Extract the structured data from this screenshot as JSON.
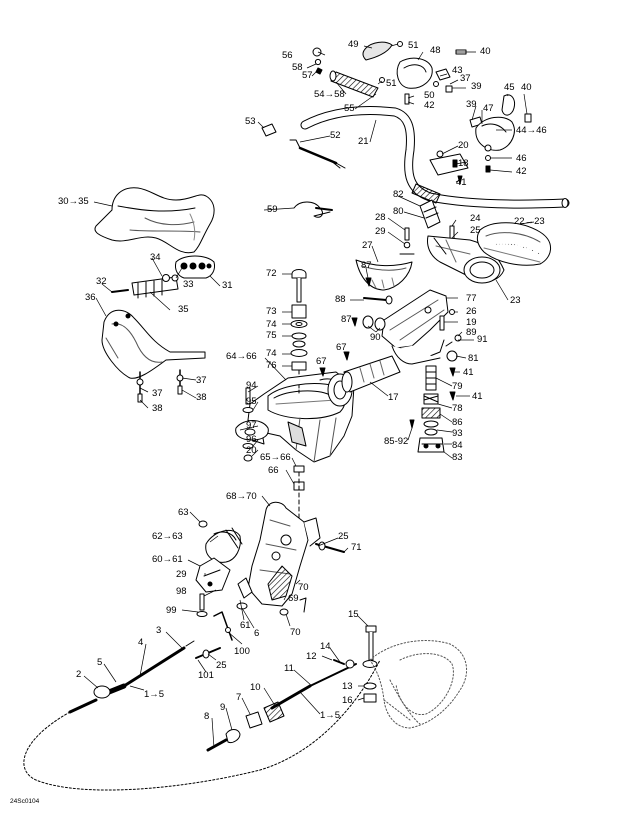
{
  "diagram": {
    "reference_code": "24Sc0104",
    "callouts": [
      {
        "id": "51",
        "text": "51"
      },
      {
        "id": "49",
        "text": "49"
      },
      {
        "id": "48",
        "text": "48"
      },
      {
        "id": "40a",
        "text": "40"
      },
      {
        "id": "56",
        "text": "56"
      },
      {
        "id": "58",
        "text": "58"
      },
      {
        "id": "57",
        "text": "57"
      },
      {
        "id": "43",
        "text": "43"
      },
      {
        "id": "37a",
        "text": "37"
      },
      {
        "id": "39a",
        "text": "39"
      },
      {
        "id": "51b",
        "text": "51"
      },
      {
        "id": "50",
        "text": "50"
      },
      {
        "id": "42a",
        "text": "42"
      },
      {
        "id": "54-58",
        "text": "54→58"
      },
      {
        "id": "55",
        "text": "55"
      },
      {
        "id": "45",
        "text": "45"
      },
      {
        "id": "40b",
        "text": "40"
      },
      {
        "id": "39b",
        "text": "39"
      },
      {
        "id": "47",
        "text": "47"
      },
      {
        "id": "44-46",
        "text": "44→46"
      },
      {
        "id": "53",
        "text": "53"
      },
      {
        "id": "52",
        "text": "52"
      },
      {
        "id": "21",
        "text": "21"
      },
      {
        "id": "20a",
        "text": "20"
      },
      {
        "id": "46",
        "text": "46"
      },
      {
        "id": "18",
        "text": "18"
      },
      {
        "id": "42b",
        "text": "42"
      },
      {
        "id": "41a",
        "text": "41"
      },
      {
        "id": "30-35",
        "text": "30→35"
      },
      {
        "id": "82",
        "text": "82"
      },
      {
        "id": "59",
        "text": "59"
      },
      {
        "id": "80",
        "text": "80"
      },
      {
        "id": "28",
        "text": "28"
      },
      {
        "id": "24",
        "text": "24"
      },
      {
        "id": "22-23",
        "text": "22→23"
      },
      {
        "id": "29a",
        "text": "29"
      },
      {
        "id": "25a",
        "text": "25"
      },
      {
        "id": "27",
        "text": "27"
      },
      {
        "id": "34",
        "text": "34"
      },
      {
        "id": "33",
        "text": "33"
      },
      {
        "id": "31",
        "text": "31"
      },
      {
        "id": "87a",
        "text": "87"
      },
      {
        "id": "72",
        "text": "72"
      },
      {
        "id": "32",
        "text": "32"
      },
      {
        "id": "23",
        "text": "23"
      },
      {
        "id": "77",
        "text": "77"
      },
      {
        "id": "88",
        "text": "88"
      },
      {
        "id": "35",
        "text": "35"
      },
      {
        "id": "36",
        "text": "36"
      },
      {
        "id": "26",
        "text": "26"
      },
      {
        "id": "73",
        "text": "73"
      },
      {
        "id": "19",
        "text": "19"
      },
      {
        "id": "87b",
        "text": "87"
      },
      {
        "id": "74a",
        "text": "74"
      },
      {
        "id": "89",
        "text": "89"
      },
      {
        "id": "75",
        "text": "75"
      },
      {
        "id": "90",
        "text": "90"
      },
      {
        "id": "91",
        "text": "91"
      },
      {
        "id": "67a",
        "text": "67"
      },
      {
        "id": "74b",
        "text": "74"
      },
      {
        "id": "64-66",
        "text": "64→66"
      },
      {
        "id": "81",
        "text": "81"
      },
      {
        "id": "67b",
        "text": "67"
      },
      {
        "id": "76",
        "text": "76"
      },
      {
        "id": "41b",
        "text": "41"
      },
      {
        "id": "37b",
        "text": "37"
      },
      {
        "id": "79",
        "text": "79"
      },
      {
        "id": "94",
        "text": "94"
      },
      {
        "id": "37c",
        "text": "37"
      },
      {
        "id": "38a",
        "text": "38"
      },
      {
        "id": "17",
        "text": "17"
      },
      {
        "id": "41c",
        "text": "41"
      },
      {
        "id": "38b",
        "text": "38"
      },
      {
        "id": "95",
        "text": "95"
      },
      {
        "id": "78",
        "text": "78"
      },
      {
        "id": "86",
        "text": "86"
      },
      {
        "id": "97",
        "text": "97"
      },
      {
        "id": "93",
        "text": "93"
      },
      {
        "id": "96",
        "text": "96"
      },
      {
        "id": "84",
        "text": "84"
      },
      {
        "id": "85-92",
        "text": "85-92"
      },
      {
        "id": "20b",
        "text": "20"
      },
      {
        "id": "65-66",
        "text": "65→66"
      },
      {
        "id": "83",
        "text": "83"
      },
      {
        "id": "66",
        "text": "66"
      },
      {
        "id": "68-70",
        "text": "68→70"
      },
      {
        "id": "63",
        "text": "63"
      },
      {
        "id": "25b",
        "text": "25"
      },
      {
        "id": "62-63",
        "text": "62→63"
      },
      {
        "id": "71",
        "text": "71"
      },
      {
        "id": "60-61",
        "text": "60→61"
      },
      {
        "id": "29b",
        "text": "29"
      },
      {
        "id": "98",
        "text": "98"
      },
      {
        "id": "70a",
        "text": "70"
      },
      {
        "id": "69",
        "text": "69"
      },
      {
        "id": "99",
        "text": "99"
      },
      {
        "id": "61",
        "text": "61"
      },
      {
        "id": "6",
        "text": "6"
      },
      {
        "id": "70b",
        "text": "70"
      },
      {
        "id": "15",
        "text": "15"
      },
      {
        "id": "3",
        "text": "3"
      },
      {
        "id": "100",
        "text": "100"
      },
      {
        "id": "4",
        "text": "4"
      },
      {
        "id": "14",
        "text": "14"
      },
      {
        "id": "12",
        "text": "12"
      },
      {
        "id": "25c",
        "text": "25"
      },
      {
        "id": "5a",
        "text": "5"
      },
      {
        "id": "101",
        "text": "101"
      },
      {
        "id": "11",
        "text": "11"
      },
      {
        "id": "2",
        "text": "2"
      },
      {
        "id": "13",
        "text": "13"
      },
      {
        "id": "1-5a",
        "text": "1→5"
      },
      {
        "id": "10",
        "text": "10"
      },
      {
        "id": "16",
        "text": "16"
      },
      {
        "id": "7",
        "text": "7"
      },
      {
        "id": "9",
        "text": "9"
      },
      {
        "id": "1-5b",
        "text": "1→5"
      },
      {
        "id": "8",
        "text": "8"
      }
    ]
  }
}
